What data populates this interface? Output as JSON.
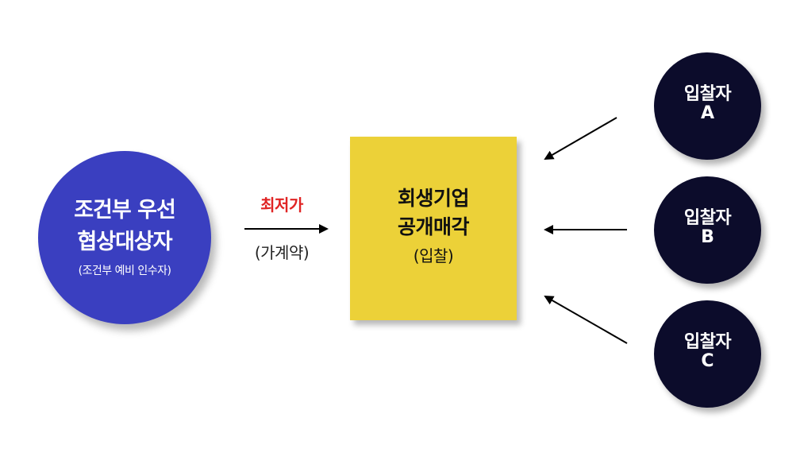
{
  "negotiator": {
    "line1": "조건부 우선",
    "line2": "협상대상자",
    "line3": "(조건부 예비 인수자)",
    "color": "#3a3fc0"
  },
  "contract": {
    "label": "최저가",
    "sublabel": "(가계약)",
    "label_color": "#e02424"
  },
  "auction": {
    "line1": "회생기업",
    "line2": "공개매각",
    "line3": "(입찰)",
    "color": "#ecd138"
  },
  "bidders": [
    {
      "name": "입찰자",
      "letter": "A"
    },
    {
      "name": "입찰자",
      "letter": "B"
    },
    {
      "name": "입찰자",
      "letter": "C"
    }
  ],
  "bidder_color": "#0c0c2b"
}
